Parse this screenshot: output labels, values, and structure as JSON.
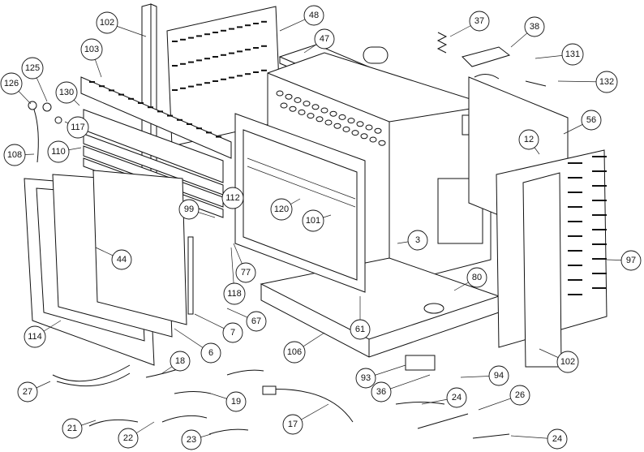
{
  "parts": [
    {
      "number": "102"
    },
    {
      "number": "48"
    },
    {
      "number": "37"
    },
    {
      "number": "38"
    },
    {
      "number": "47"
    },
    {
      "number": "131"
    },
    {
      "number": "103"
    },
    {
      "number": "126"
    },
    {
      "number": "125"
    },
    {
      "number": "132"
    },
    {
      "number": "130"
    },
    {
      "number": "117"
    },
    {
      "number": "56"
    },
    {
      "number": "12"
    },
    {
      "number": "108"
    },
    {
      "number": "110"
    },
    {
      "number": "112"
    },
    {
      "number": "99"
    },
    {
      "number": "120"
    },
    {
      "number": "101"
    },
    {
      "number": "3"
    },
    {
      "number": "97"
    },
    {
      "number": "44"
    },
    {
      "number": "77"
    },
    {
      "number": "80"
    },
    {
      "number": "118"
    },
    {
      "number": "67"
    },
    {
      "number": "61"
    },
    {
      "number": "7"
    },
    {
      "number": "114"
    },
    {
      "number": "6"
    },
    {
      "number": "106"
    },
    {
      "number": "102"
    },
    {
      "number": "18"
    },
    {
      "number": "93"
    },
    {
      "number": "94"
    },
    {
      "number": "27"
    },
    {
      "number": "36"
    },
    {
      "number": "19"
    },
    {
      "number": "24"
    },
    {
      "number": "26"
    },
    {
      "number": "17"
    },
    {
      "number": "21"
    },
    {
      "number": "22"
    },
    {
      "number": "23"
    },
    {
      "number": "24"
    }
  ]
}
